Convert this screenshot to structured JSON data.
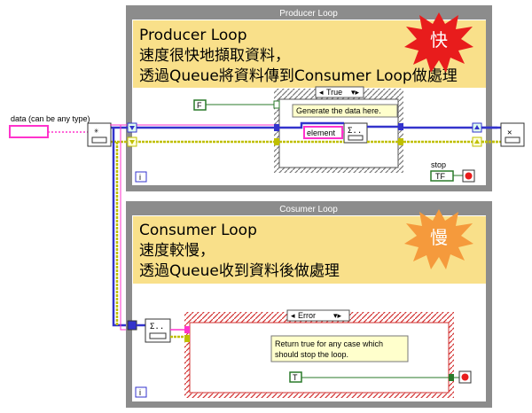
{
  "producer": {
    "title": "Producer Loop",
    "note_line1": "Producer Loop",
    "note_line2": "速度很快地擷取資料，",
    "note_line3": "透過Queue將資料傳到Consumer Loop做處理",
    "burst_label": "快",
    "case_selector": "True",
    "case_comment": "Generate the data here.",
    "false_const": "F",
    "element_label": "element",
    "stop_label": "stop",
    "stop_button": "TF",
    "iter_label": "i"
  },
  "consumer": {
    "title": "Cosumer Loop",
    "note_line1": "Consumer Loop",
    "note_line2": "速度較慢，",
    "note_line3": "透過Queue收到資料後做處理",
    "burst_label": "慢",
    "case_selector": "Error",
    "case_comment_line1": "Return true for any case which",
    "case_comment_line2": "should stop the loop.",
    "true_const": "T",
    "iter_label": "i"
  },
  "data_input_label": "data (can be any type)",
  "colors": {
    "loop_frame": "#8c8c8c",
    "note_bg": "#f9e08a",
    "burst_red": "#e81c1c",
    "burst_orange": "#f59a3c",
    "wire_pink": "#ff33cc",
    "wire_blue": "#3333cc",
    "wire_olive": "#bfbf00",
    "bool_green": "#2a7a2a"
  }
}
